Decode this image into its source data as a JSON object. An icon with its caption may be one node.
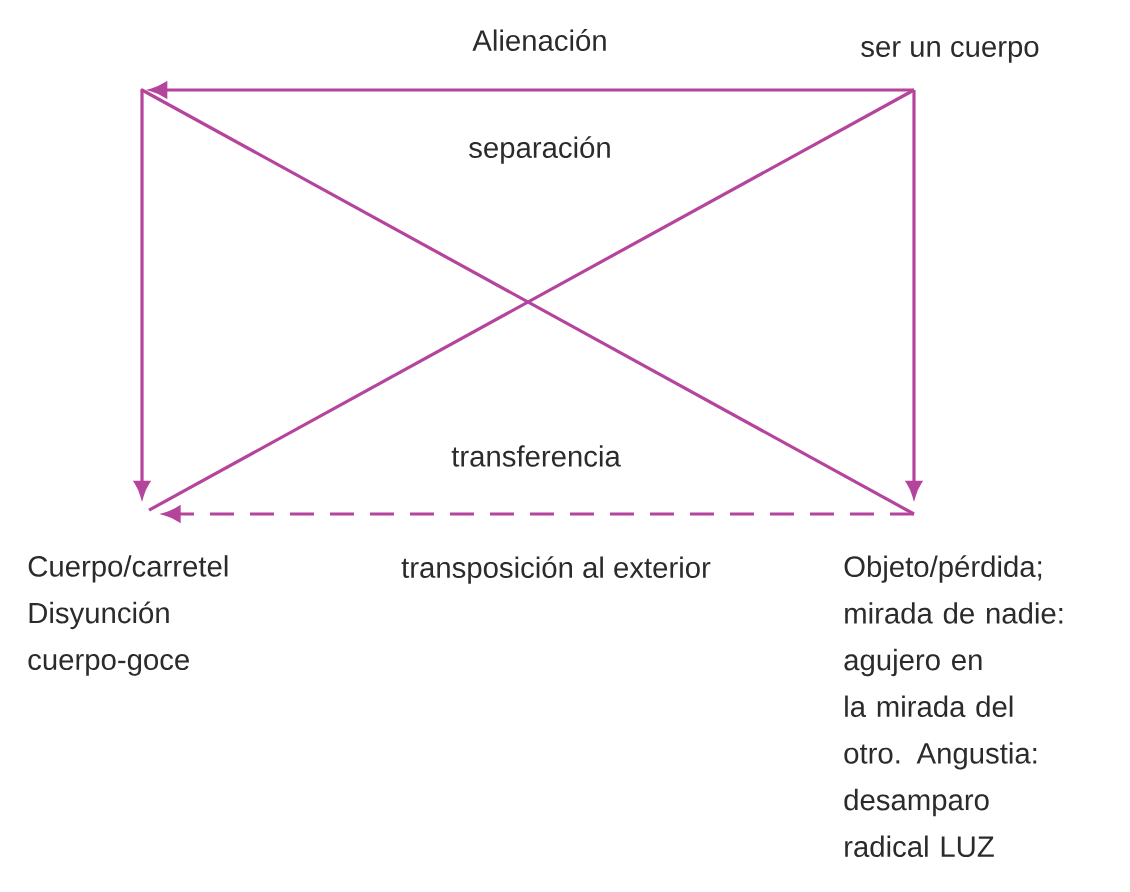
{
  "diagram": {
    "nodes": [
      {
        "text": [],
        "shape": "point"
      },
      {
        "text": [
          "ser un cuerpo"
        ]
      },
      {
        "text": [
          "Cuerpo/carretel Disyunción cuerpo-goce"
        ]
      },
      {
        "text": [
          "Objeto/pérdida; mirada de nadie: agujero en la mirada del otro. Angustia: desamparo radical LUZ"
        ]
      }
    ],
    "edges": [
      {
        "from": 1,
        "to": 0,
        "arrow": "to",
        "label": "Alienación"
      },
      {
        "from": 0,
        "to": 2,
        "arrow": "to"
      },
      {
        "from": 1,
        "to": 3,
        "arrow": "to"
      },
      {
        "from": 0,
        "to": 3,
        "arrow": "none"
      },
      {
        "from": 1,
        "to": 2,
        "arrow": "none"
      },
      {
        "from": 3,
        "to": 2,
        "arrow": "to",
        "style": "dashed",
        "label": "transposición al exterior"
      }
    ],
    "labels": [
      "separación",
      "transferencia"
    ]
  }
}
